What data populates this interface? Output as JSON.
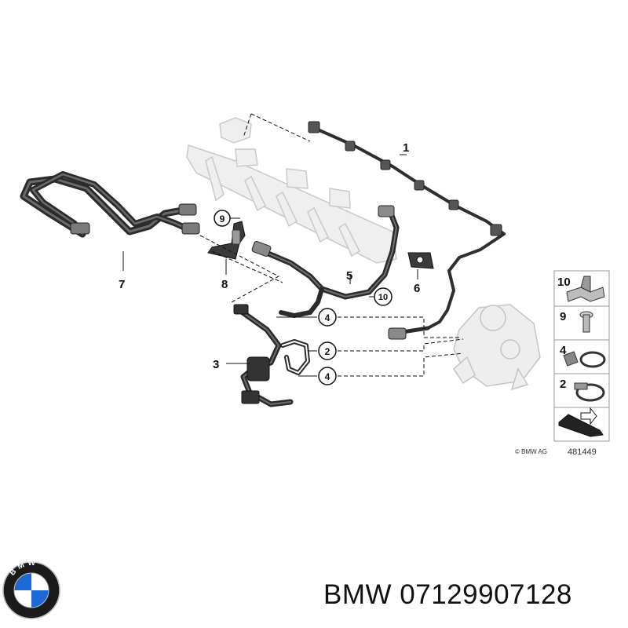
{
  "diagram": {
    "parts": [
      {
        "id": "1",
        "label": "1"
      },
      {
        "id": "2",
        "label": "2"
      },
      {
        "id": "3",
        "label": "3"
      },
      {
        "id": "4",
        "label": "4"
      },
      {
        "id": "5",
        "label": "5"
      },
      {
        "id": "6",
        "label": "6"
      },
      {
        "id": "7",
        "label": "7"
      },
      {
        "id": "8",
        "label": "8"
      },
      {
        "id": "9",
        "label": "9"
      },
      {
        "id": "10",
        "label": "10"
      }
    ],
    "circled_callouts": [
      "9",
      "10",
      "4",
      "2",
      "4"
    ],
    "legend": [
      "10",
      "9",
      "4",
      "2"
    ],
    "copyright": "© BMW AG",
    "diagram_number": "481449"
  },
  "caption": {
    "brand": "BMW",
    "part_number": "07129907128"
  },
  "logo": {
    "lettering": "BMW",
    "colors": {
      "blue": "#1c69d4",
      "white": "#ffffff",
      "ring": "#1a1a1a"
    }
  }
}
